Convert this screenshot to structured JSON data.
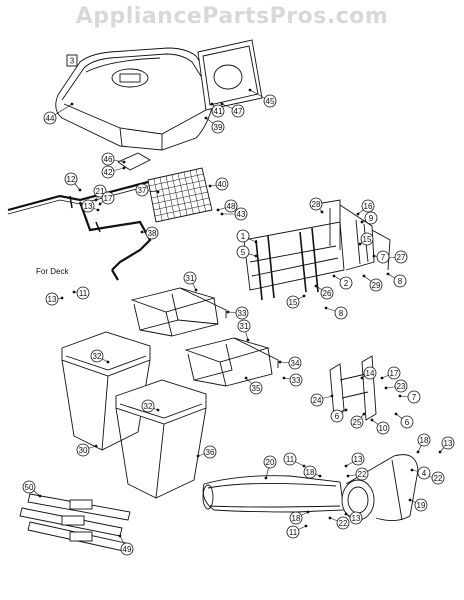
{
  "watermark": "AppliancePartsPros.com",
  "box_label": "3",
  "deck_caption": "For Deck",
  "callouts": [
    {
      "id": "c44",
      "text": "44"
    },
    {
      "id": "c45",
      "text": "45"
    },
    {
      "id": "c47",
      "text": "47"
    },
    {
      "id": "c41",
      "text": "41"
    },
    {
      "id": "c39",
      "text": "39"
    },
    {
      "id": "c46",
      "text": "46"
    },
    {
      "id": "c42",
      "text": "42"
    },
    {
      "id": "c40",
      "text": "40"
    },
    {
      "id": "c37",
      "text": "37"
    },
    {
      "id": "c48",
      "text": "48"
    },
    {
      "id": "c43",
      "text": "43"
    },
    {
      "id": "c12",
      "text": "12"
    },
    {
      "id": "c21",
      "text": "21"
    },
    {
      "id": "c17a",
      "text": "17"
    },
    {
      "id": "c38",
      "text": "38"
    },
    {
      "id": "c13a",
      "text": "13"
    },
    {
      "id": "c28",
      "text": "28"
    },
    {
      "id": "c16",
      "text": "16"
    },
    {
      "id": "c9",
      "text": "9"
    },
    {
      "id": "c1",
      "text": "1"
    },
    {
      "id": "c5",
      "text": "5"
    },
    {
      "id": "c15a",
      "text": "15"
    },
    {
      "id": "c27",
      "text": "27"
    },
    {
      "id": "c7a",
      "text": "7"
    },
    {
      "id": "c2",
      "text": "2"
    },
    {
      "id": "c29",
      "text": "29"
    },
    {
      "id": "c8a",
      "text": "8"
    },
    {
      "id": "c26",
      "text": "26"
    },
    {
      "id": "c15b",
      "text": "15"
    },
    {
      "id": "c8b",
      "text": "8"
    },
    {
      "id": "c11a",
      "text": "11"
    },
    {
      "id": "c13b",
      "text": "13"
    },
    {
      "id": "c31a",
      "text": "31"
    },
    {
      "id": "c33a",
      "text": "33"
    },
    {
      "id": "c31b",
      "text": "31"
    },
    {
      "id": "c34",
      "text": "34"
    },
    {
      "id": "c32a",
      "text": "32"
    },
    {
      "id": "c35",
      "text": "35"
    },
    {
      "id": "c33b",
      "text": "33"
    },
    {
      "id": "c32b",
      "text": "32"
    },
    {
      "id": "c30",
      "text": "30"
    },
    {
      "id": "c36",
      "text": "36"
    },
    {
      "id": "c14",
      "text": "14"
    },
    {
      "id": "c17b",
      "text": "17"
    },
    {
      "id": "c23",
      "text": "23"
    },
    {
      "id": "c7b",
      "text": "7"
    },
    {
      "id": "c24",
      "text": "24"
    },
    {
      "id": "c6a",
      "text": "6"
    },
    {
      "id": "c25",
      "text": "25"
    },
    {
      "id": "c10",
      "text": "10"
    },
    {
      "id": "c6b",
      "text": "6"
    },
    {
      "id": "c20",
      "text": "20"
    },
    {
      "id": "c11b",
      "text": "11"
    },
    {
      "id": "c18a",
      "text": "18"
    },
    {
      "id": "c13c",
      "text": "13"
    },
    {
      "id": "c22a",
      "text": "22"
    },
    {
      "id": "c18b",
      "text": "18"
    },
    {
      "id": "c13d",
      "text": "13"
    },
    {
      "id": "c4",
      "text": "4"
    },
    {
      "id": "c22b",
      "text": "22"
    },
    {
      "id": "c19",
      "text": "19"
    },
    {
      "id": "c11c",
      "text": "11"
    },
    {
      "id": "c18c",
      "text": "18"
    },
    {
      "id": "c13e",
      "text": "13"
    },
    {
      "id": "c22c",
      "text": "22"
    },
    {
      "id": "c50",
      "text": "50"
    },
    {
      "id": "c49",
      "text": "49"
    }
  ]
}
